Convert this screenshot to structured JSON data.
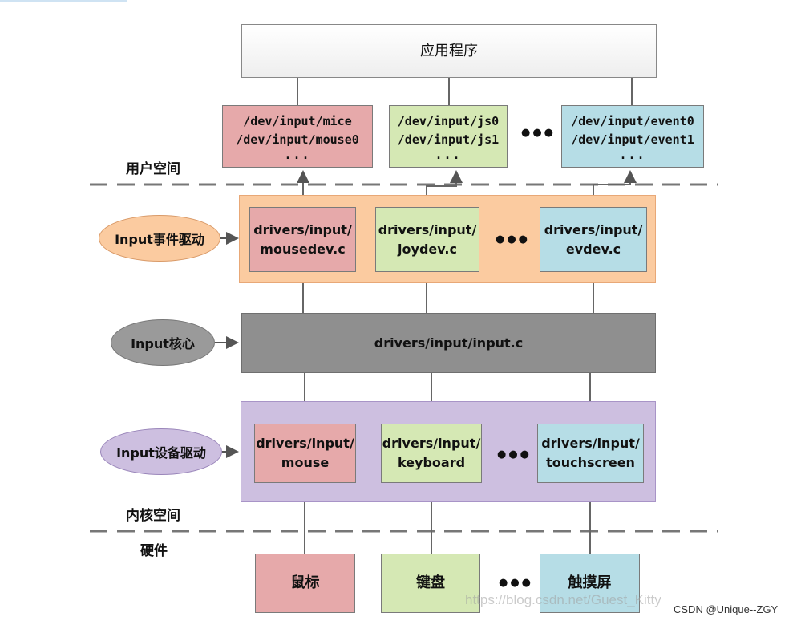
{
  "app": {
    "title": "应用程序"
  },
  "user_space": {
    "label": "用户空间",
    "nodes": [
      {
        "lines": [
          "/dev/input/mice",
          "/dev/input/mouse0"
        ],
        "dots": "..."
      },
      {
        "lines": [
          "/dev/input/js0",
          "/dev/input/js1"
        ],
        "dots": "..."
      },
      {
        "lines": [
          "/dev/input/event0",
          "/dev/input/event1"
        ],
        "dots": "..."
      }
    ],
    "ellipsis": "●●●"
  },
  "event_driver_layer": {
    "oval_label": "Input事件驱动",
    "files": [
      {
        "l1": "drivers/input/",
        "l2": "mousedev.c"
      },
      {
        "l1": "drivers/input/",
        "l2": "joydev.c"
      },
      {
        "l1": "drivers/input/",
        "l2": "evdev.c"
      }
    ],
    "ellipsis": "●●●"
  },
  "core_layer": {
    "oval_label": "Input核心",
    "file": "drivers/input/input.c"
  },
  "device_driver_layer": {
    "oval_label": "Input设备驱动",
    "files": [
      {
        "l1": "drivers/input/",
        "l2": "mouse"
      },
      {
        "l1": "drivers/input/",
        "l2": "keyboard"
      },
      {
        "l1": "drivers/input/",
        "l2": "touchscreen"
      }
    ],
    "ellipsis": "●●●"
  },
  "kernel_space": {
    "label": "内核空间"
  },
  "hardware": {
    "label": "硬件",
    "devices": [
      "鼠标",
      "键盘",
      "触摸屏"
    ],
    "ellipsis": "●●●"
  },
  "watermark": "https://blog.csdn.net/Guest_Kitty",
  "credit": "CSDN @Unique--ZGY",
  "colors": {
    "pink": "#e6a9aa",
    "green": "#d5e8b4",
    "blue": "#b6dde6",
    "orange": "#fbcba0",
    "purple": "#cdbfe0",
    "gray": "#8f8f8f"
  }
}
